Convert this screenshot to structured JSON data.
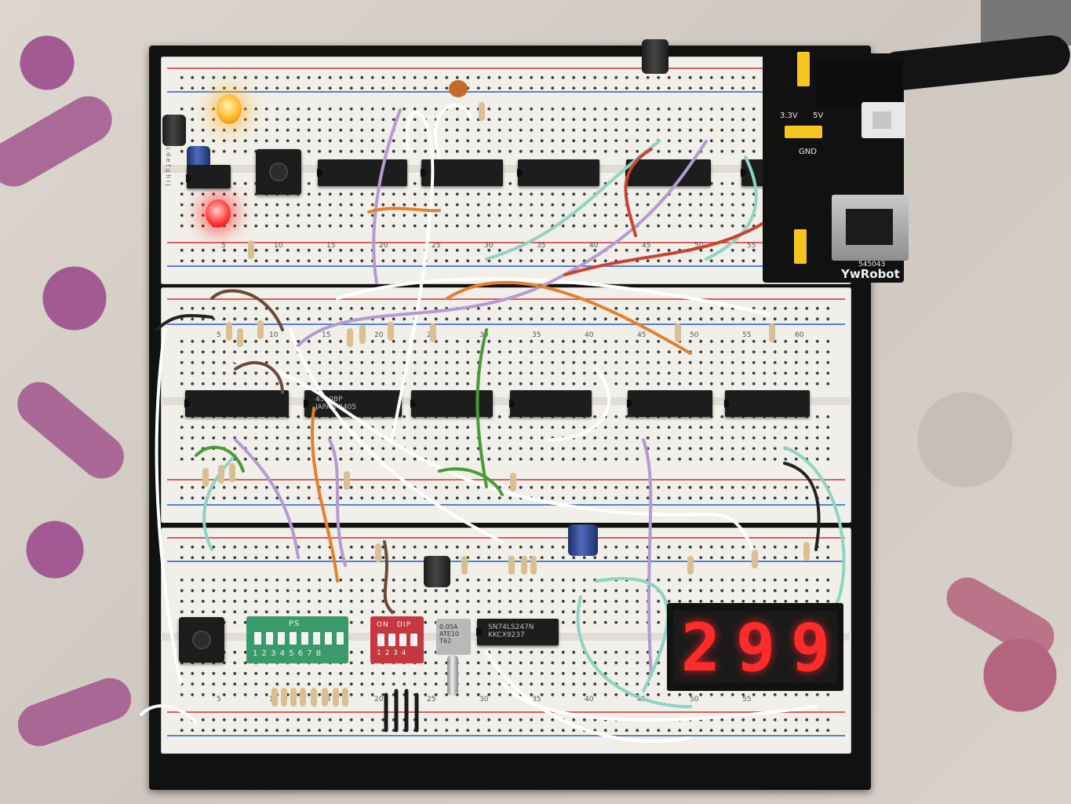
{
  "scene": {
    "power_module": {
      "brand_label": "YwRobot",
      "model_label": "545043",
      "voltage_label_3v3": "3.3V",
      "voltage_label_5v": "5V",
      "ground_label": "GND"
    },
    "chips": {
      "counter_chip_label": "4510BP",
      "counter_chip_sublabel": "JAPAN  8405",
      "bottom_chip_label": "SN74LS247N",
      "bottom_chip_sublabel": "KKCX9237"
    },
    "dip_switches": {
      "large_label": "PS",
      "large_positions": "1 2 3 4 5 6 7 8",
      "small_on_label": "ON",
      "small_dip_label": "DIP",
      "small_positions": "1 2 3 4"
    },
    "toggle_switch": {
      "label_line1": "0.05A",
      "label_line2": "ATE10",
      "label_line3": "T62"
    },
    "display": {
      "digit1": "2",
      "digit2": "9",
      "digit3": "9"
    },
    "breadboard_numbers": {
      "top_row": [
        "5",
        "10",
        "15",
        "20",
        "25",
        "30",
        "35",
        "40",
        "45",
        "50",
        "55"
      ],
      "middle_row": [
        "5",
        "10",
        "15",
        "20",
        "25",
        "30",
        "35",
        "40",
        "45",
        "50",
        "55",
        "60"
      ],
      "bottom_row": [
        "5",
        "10",
        "15",
        "20",
        "25",
        "30",
        "35",
        "40",
        "45",
        "50",
        "55"
      ]
    },
    "row_letters": "a b c d e f g h i j"
  },
  "colors": {
    "board_black": "#111111",
    "breadboard": "#f1efe9",
    "display_red": "#ff2a2a",
    "fabric_purple": "#a35a94"
  }
}
